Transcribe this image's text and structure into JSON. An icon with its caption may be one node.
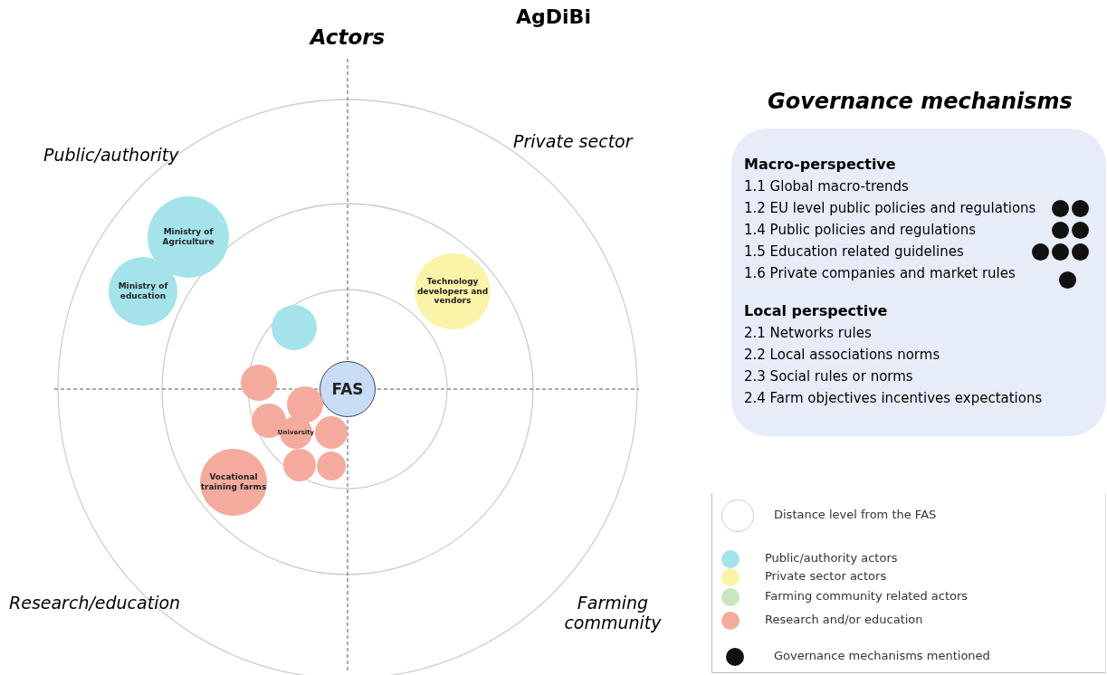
{
  "diagram": {
    "title": "AgDiBi",
    "nodes": [
      {
        "text": [
          "FAS"
        ]
      },
      {
        "text": [
          "Ministry of Agriculture"
        ]
      },
      {
        "text": [
          "Ministry of education"
        ]
      },
      {
        "text": [
          "Technology developers and vendors"
        ]
      },
      {
        "text": [],
        "shape": "circle"
      },
      {
        "text": [],
        "shape": "circle"
      },
      {
        "text": [],
        "shape": "circle"
      },
      {
        "text": [],
        "shape": "circle"
      },
      {
        "text": [
          "University"
        ]
      },
      {
        "text": [],
        "shape": "circle"
      },
      {
        "text": [],
        "shape": "circle"
      },
      {
        "text": [],
        "shape": "circle"
      },
      {
        "text": [
          "Vocational training farms"
        ]
      },
      {
        "text": [
          "Macro-perspective",
          "1.1 Global macro-trends",
          "1.2 EU level public policies and regulations",
          "1.4 Public policies and regulations",
          "1.5 Education related guidelines",
          "1.6 Private companies and market rules",
          "Local perspective",
          "2.1 Networks rules",
          "2.2 Local associations norms",
          "2.3 Social rules or norms",
          "2.4 Farm objectives incentives expectations"
        ]
      }
    ],
    "edges": [],
    "labels": [
      "Actors",
      "Governance mechanisms",
      "Public/authority",
      "Private sector",
      "Research/education",
      "Farming community"
    ],
    "legend": [
      {
        "text": "Distance level from the FAS"
      },
      {
        "text": "Public/authority actors",
        "color": "#a4e3ea"
      },
      {
        "text": "Private sector actors",
        "color": "#fbf3a8"
      },
      {
        "text": "Farming community related actors",
        "color": "#c8e6c0"
      },
      {
        "text": "Research and/or education",
        "color": "#f4ab9e"
      },
      {
        "text": "Governance mechanisms mentioned",
        "color": "#111111"
      }
    ]
  }
}
